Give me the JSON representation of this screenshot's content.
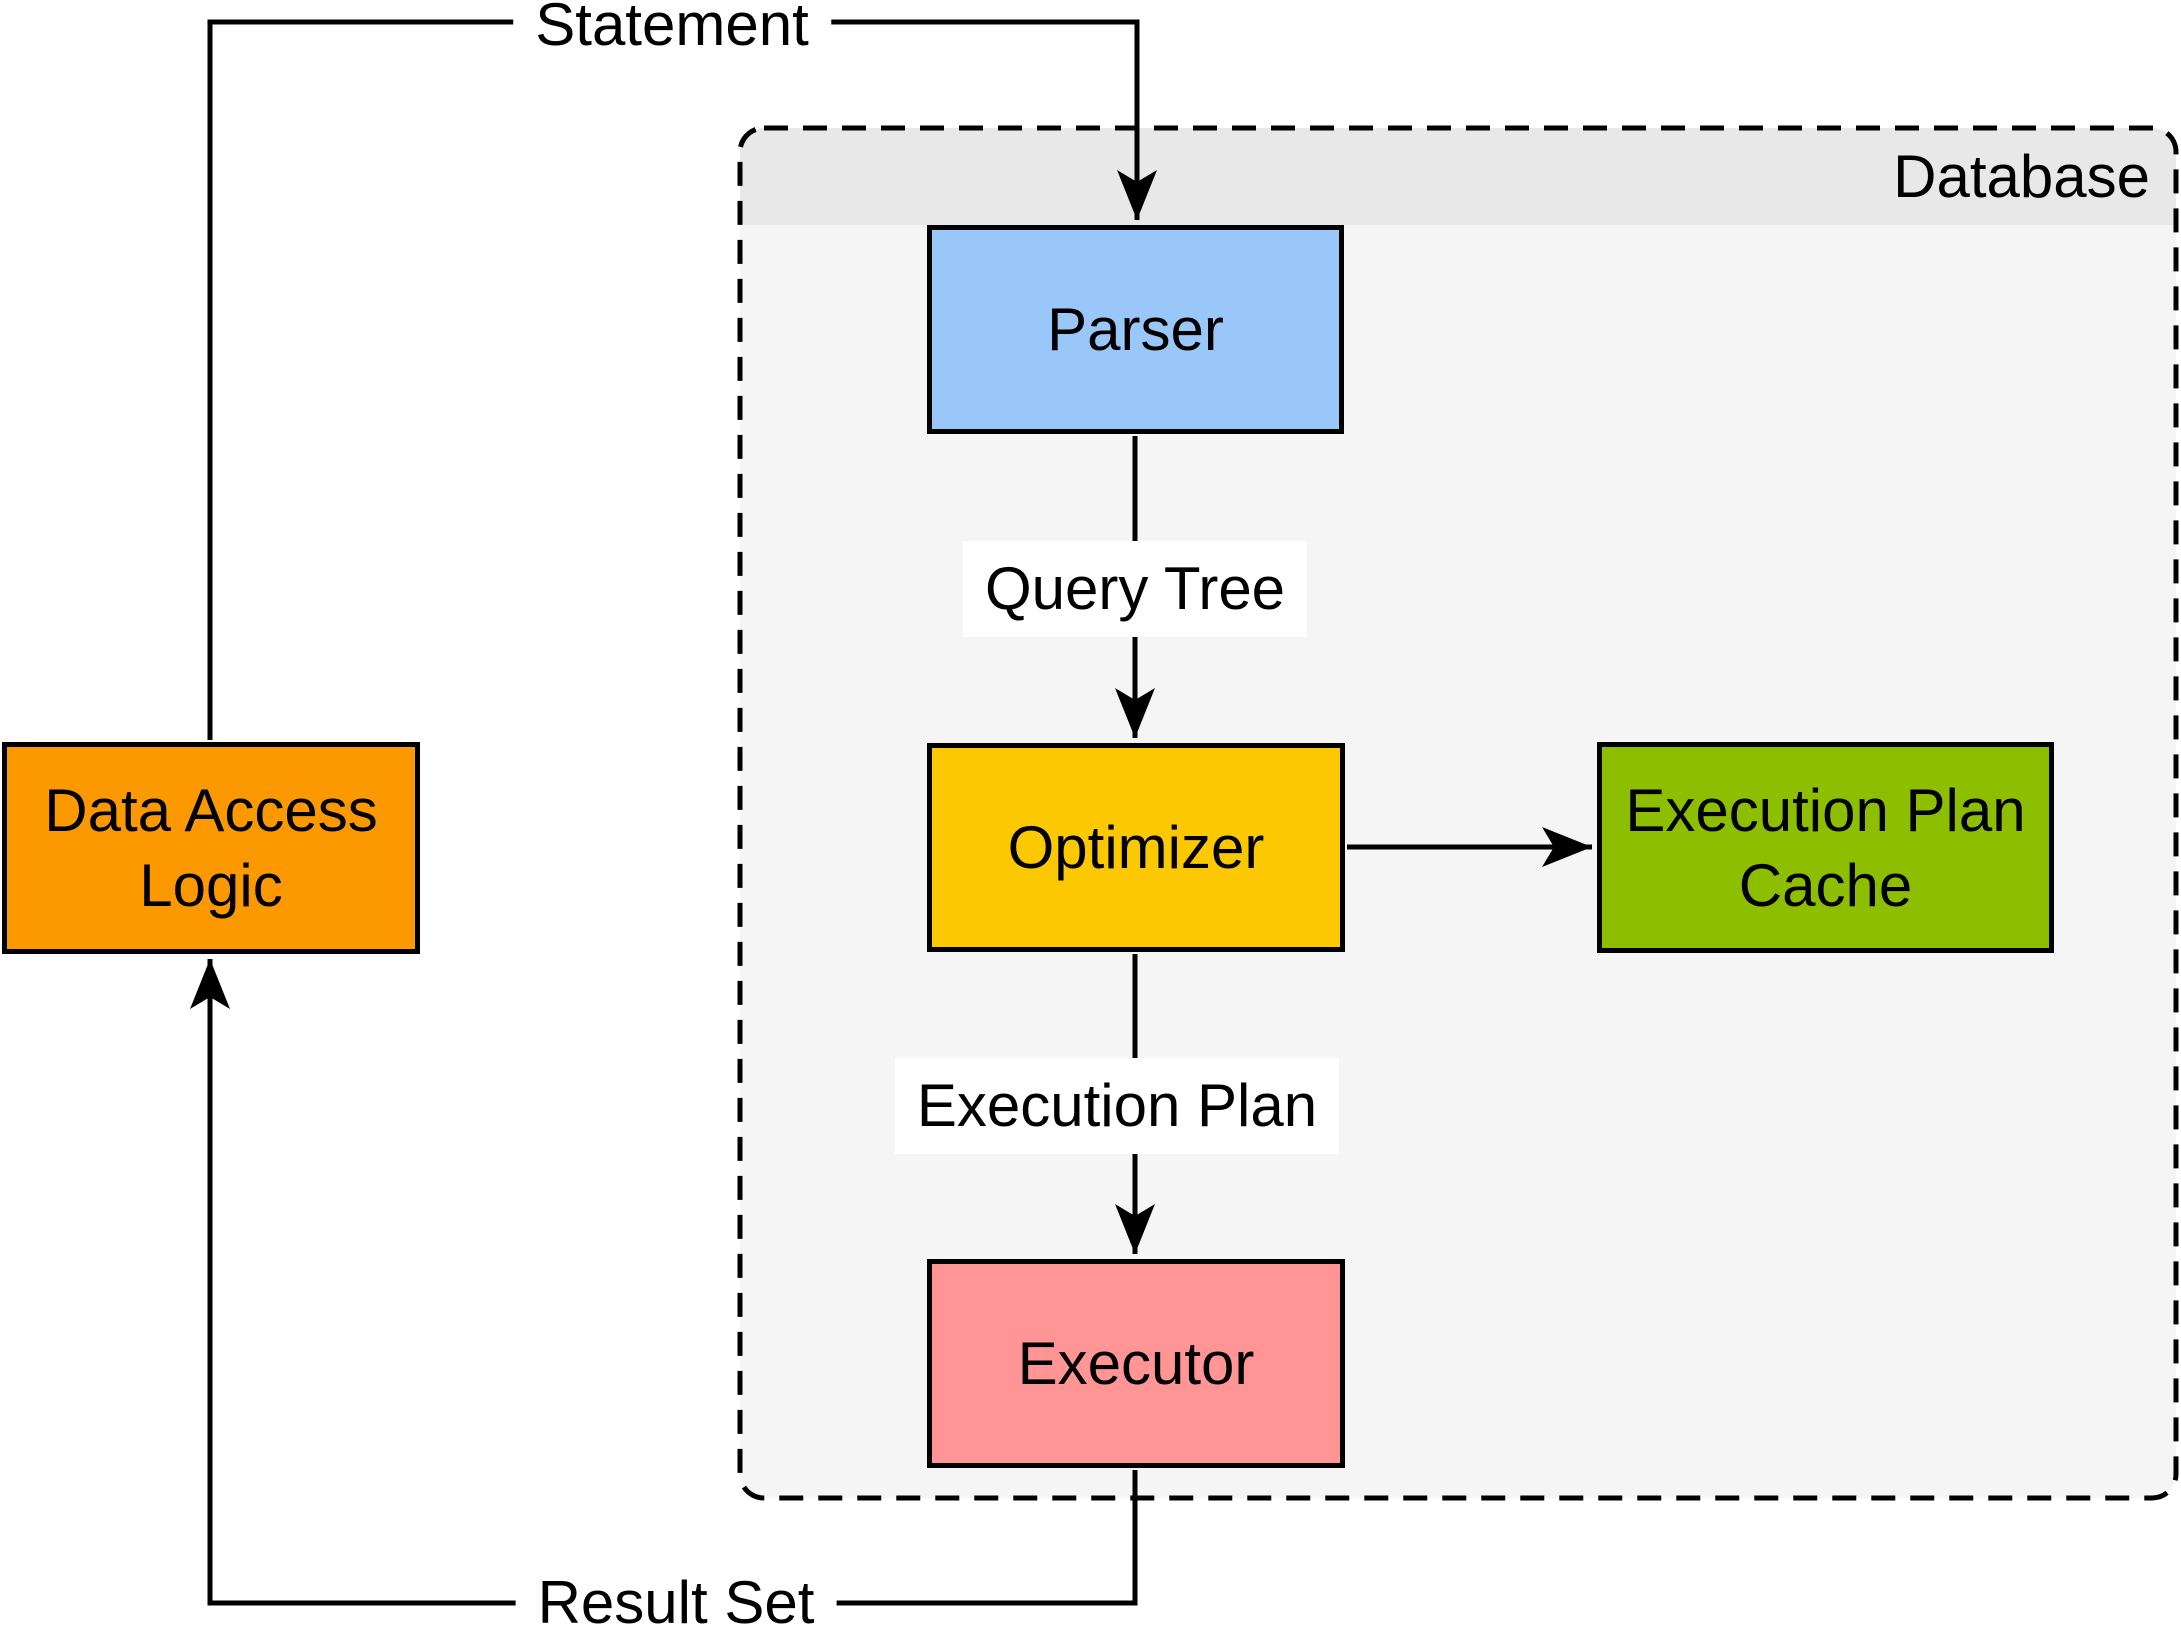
{
  "diagram": {
    "container": {
      "label": "Database",
      "header_color": "#E8E8E8",
      "body_color": "#F5F5F5",
      "border_color": "#000000"
    },
    "nodes": {
      "data_access_logic": {
        "label": "Data Access\nLogic",
        "color": "#FC9900"
      },
      "parser": {
        "label": "Parser",
        "color": "#99C7FA"
      },
      "optimizer": {
        "label": "Optimizer",
        "color": "#FCC802"
      },
      "execution_plan_cache": {
        "label": "Execution Plan\nCache",
        "color": "#8DBE00"
      },
      "executor": {
        "label": "Executor",
        "color": "#FF9595"
      }
    },
    "edges": {
      "statement": {
        "label": "Statement"
      },
      "query_tree": {
        "label": "Query Tree"
      },
      "execution_plan": {
        "label": "Execution Plan"
      },
      "result_set": {
        "label": "Result Set"
      }
    }
  }
}
